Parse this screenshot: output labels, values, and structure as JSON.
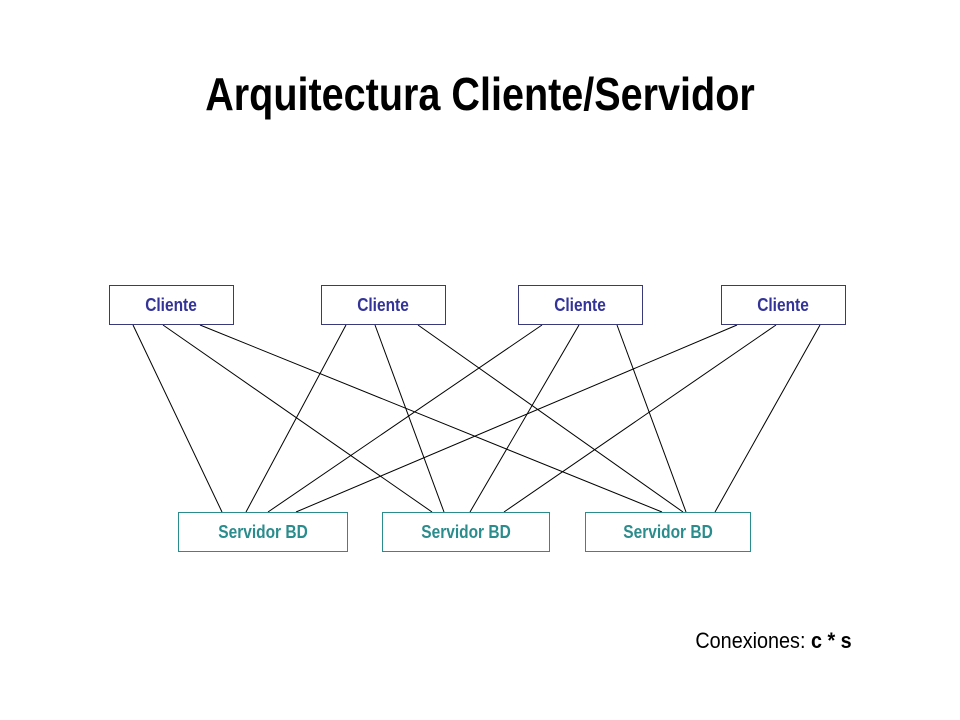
{
  "title": "Arquitectura Cliente/Servidor",
  "clients": [
    {
      "label": "Cliente"
    },
    {
      "label": "Cliente"
    },
    {
      "label": "Cliente"
    },
    {
      "label": "Cliente"
    }
  ],
  "servers": [
    {
      "label": "Servidor BD"
    },
    {
      "label": "Servidor BD"
    },
    {
      "label": "Servidor BD"
    }
  ],
  "connections_note": {
    "label": "Conexiones:",
    "formula": "c * s"
  },
  "colors": {
    "client_text": "#333399",
    "server_text": "#2a8c8c",
    "line": "#000000"
  }
}
